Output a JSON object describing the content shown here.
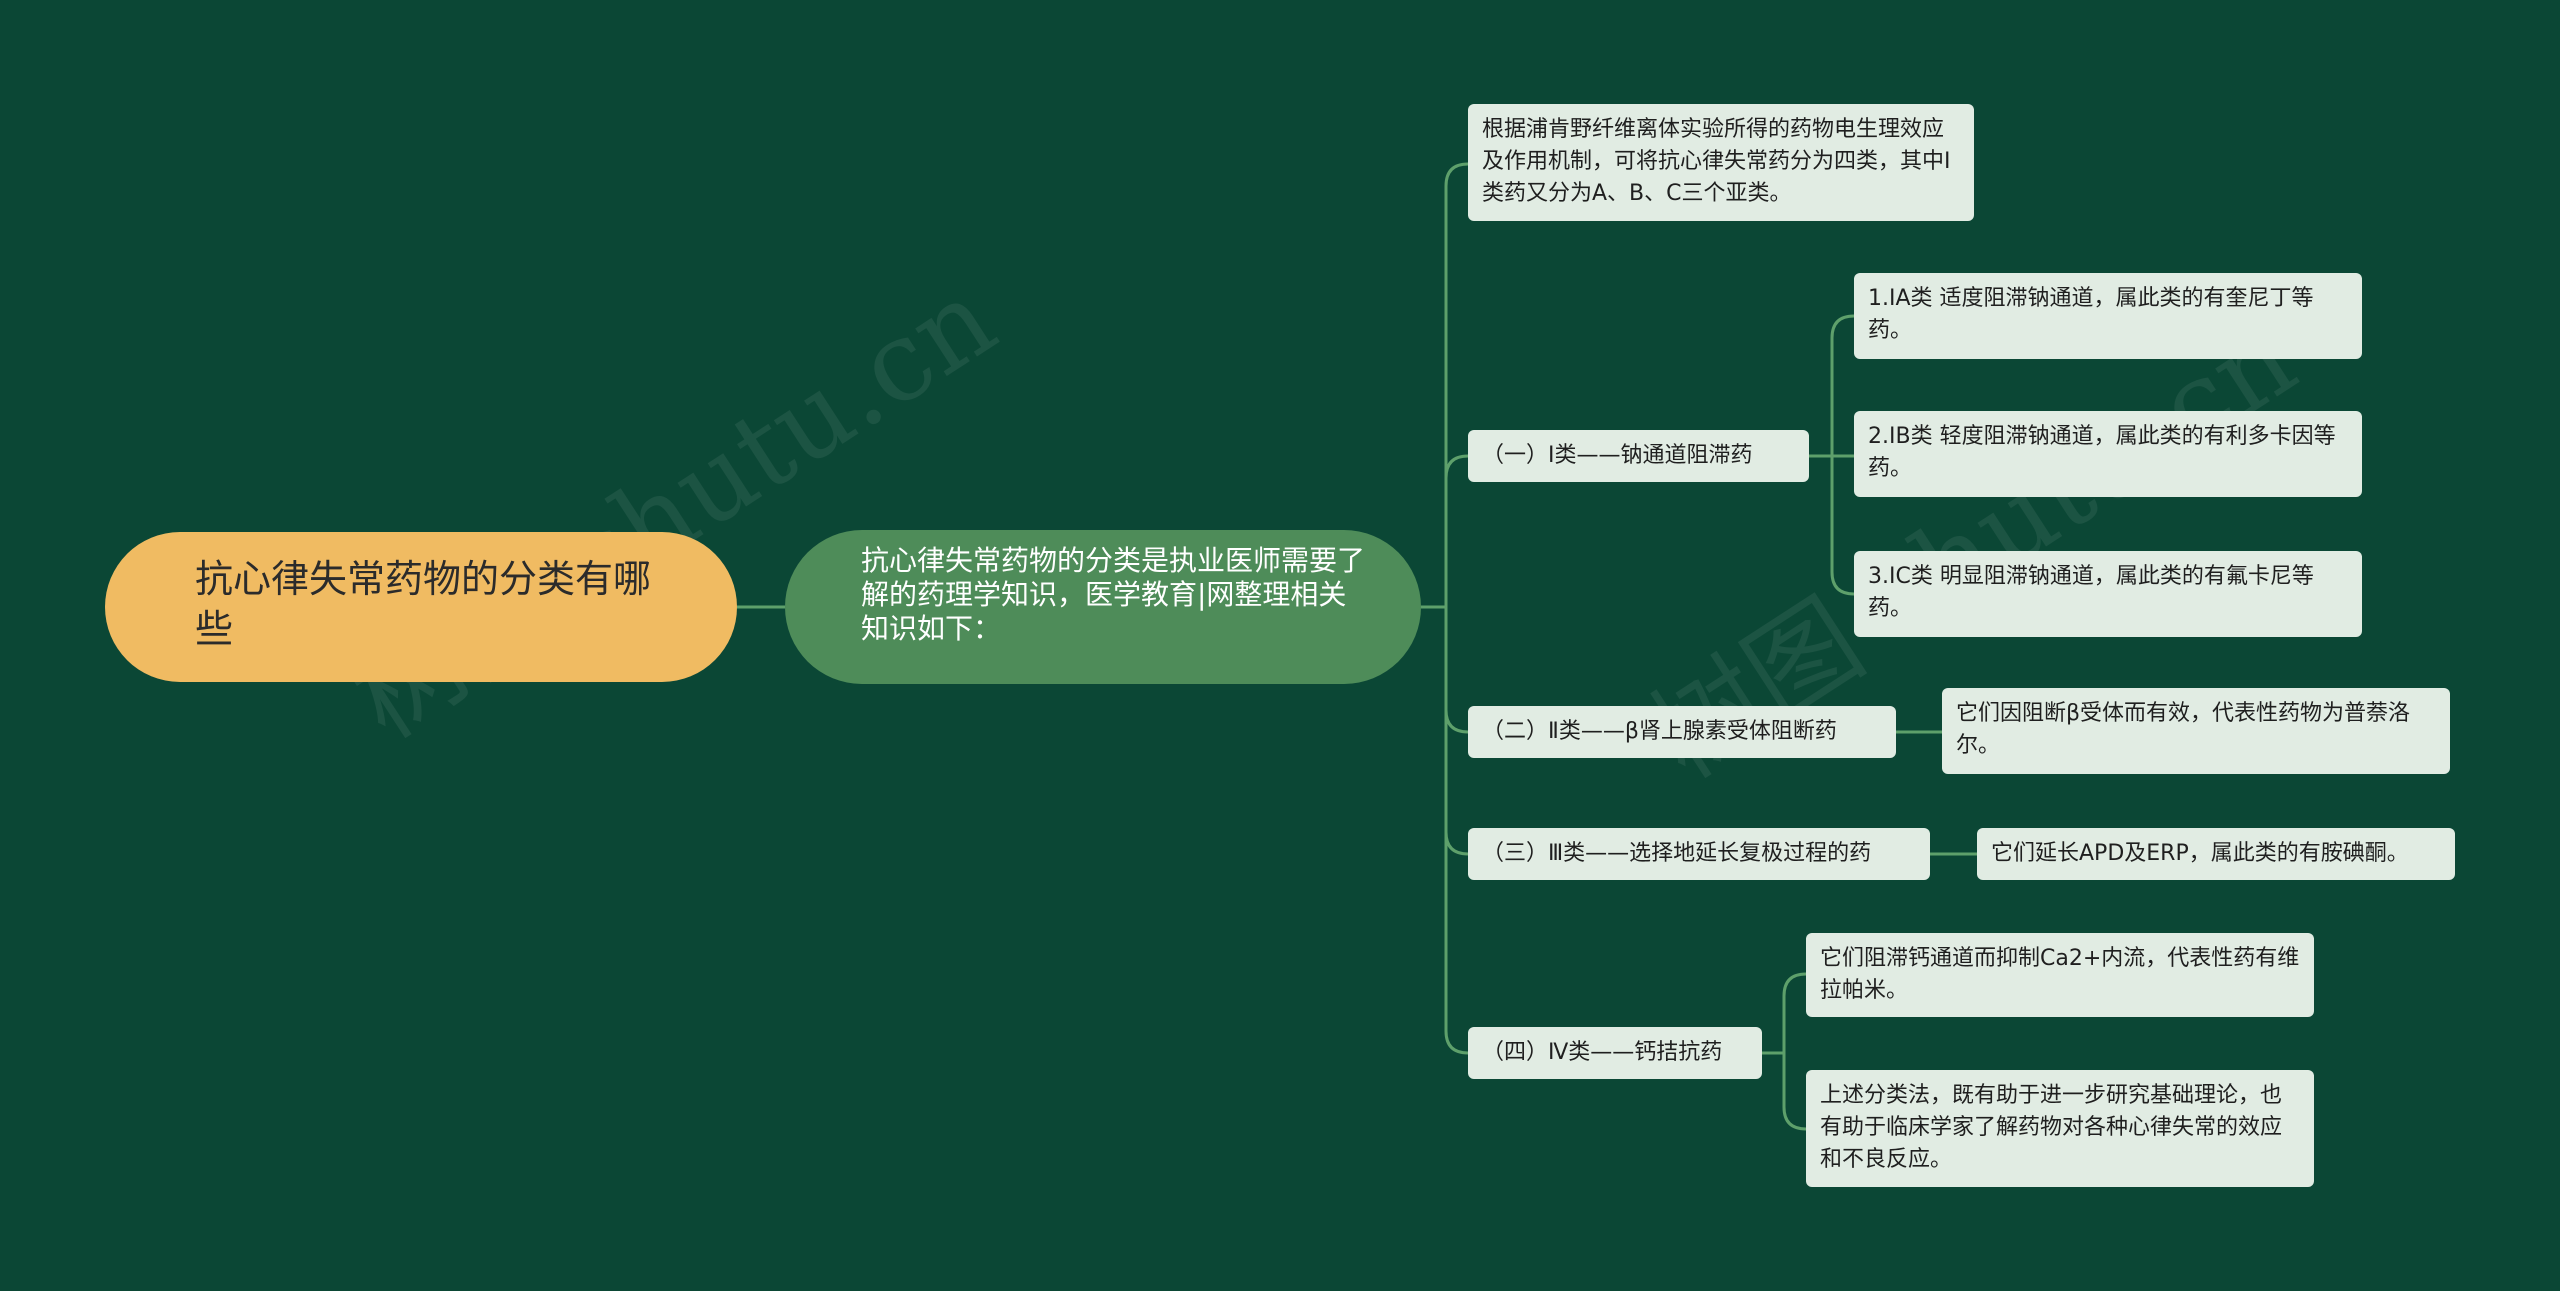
{
  "colors": {
    "background": "#0b4735",
    "root_fill": "#f0bb62",
    "main_fill": "#4e8c59",
    "box_fill": "#e1ece3",
    "link": "#5ea06b"
  },
  "root": {
    "text": "抗心律失常药物的分类有哪些"
  },
  "main": {
    "text": "抗心律失常药物的分类是执业医师需要了解的药理学知识，医学教育|网整理相关知识如下："
  },
  "branches": {
    "intro": {
      "text": "根据浦肯野纤维离体实验所得的药物电生理效应及作用机制，可将抗心律失常药分为四类，其中Ⅰ类药又分为A、B、C三个亚类。"
    },
    "class1": {
      "label": "（一）Ⅰ类——钠通道阻滞药",
      "children": [
        "1.ⅠA类 适度阻滞钠通道，属此类的有奎尼丁等药。",
        "2.ⅠB类 轻度阻滞钠通道，属此类的有利多卡因等药。",
        "3.ⅠC类 明显阻滞钠通道，属此类的有氟卡尼等药。"
      ]
    },
    "class2": {
      "label": "（二）Ⅱ类——β肾上腺素受体阻断药",
      "children": [
        "它们因阻断β受体而有效，代表性药物为普萘洛尔。"
      ]
    },
    "class3": {
      "label": "（三）Ⅲ类——选择地延长复极过程的药",
      "children": [
        "它们延长APD及ERP，属此类的有胺碘酮。"
      ]
    },
    "class4": {
      "label": "（四）Ⅳ类——钙拮抗药",
      "children": [
        "它们阻滞钙通道而抑制Ca2+内流，代表性药有维拉帕米。",
        "上述分类法，既有助于进一步研究基础理论，也有助于临床学家了解药物对各种心律失常的效应和不良反应。"
      ]
    }
  },
  "watermarks": [
    "树图 shutu.cn",
    "树图 shutu.cn"
  ]
}
